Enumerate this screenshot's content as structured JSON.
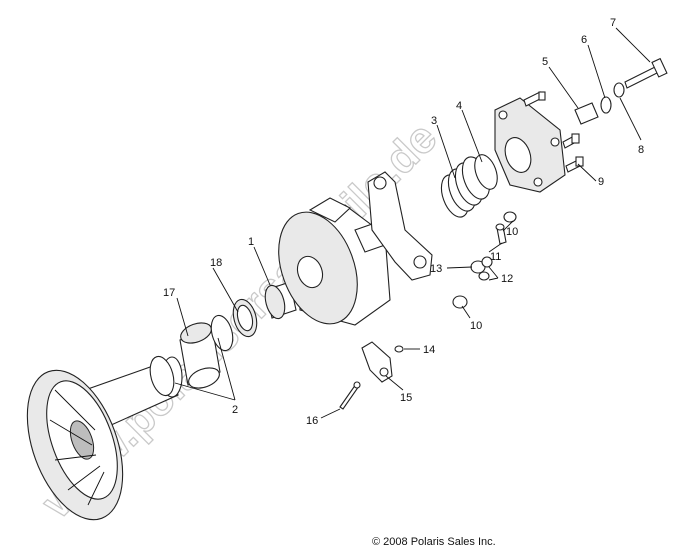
{
  "copyright": "© 2008 Polaris Sales Inc.",
  "watermark": "www.polarisersatzteile.de",
  "callouts": [
    {
      "id": "c1",
      "text": "1"
    },
    {
      "id": "c2",
      "text": "2"
    },
    {
      "id": "c3",
      "text": "3"
    },
    {
      "id": "c4",
      "text": "4"
    },
    {
      "id": "c5",
      "text": "5"
    },
    {
      "id": "c6",
      "text": "6"
    },
    {
      "id": "c7",
      "text": "7"
    },
    {
      "id": "c8",
      "text": "8"
    },
    {
      "id": "c9",
      "text": "9"
    },
    {
      "id": "c10a",
      "text": "10"
    },
    {
      "id": "c10b",
      "text": "10"
    },
    {
      "id": "c11",
      "text": "11"
    },
    {
      "id": "c12",
      "text": "12"
    },
    {
      "id": "c13",
      "text": "13"
    },
    {
      "id": "c14",
      "text": "14"
    },
    {
      "id": "c15",
      "text": "15"
    },
    {
      "id": "c16",
      "text": "16"
    },
    {
      "id": "c17",
      "text": "17"
    },
    {
      "id": "c18",
      "text": "18"
    }
  ]
}
